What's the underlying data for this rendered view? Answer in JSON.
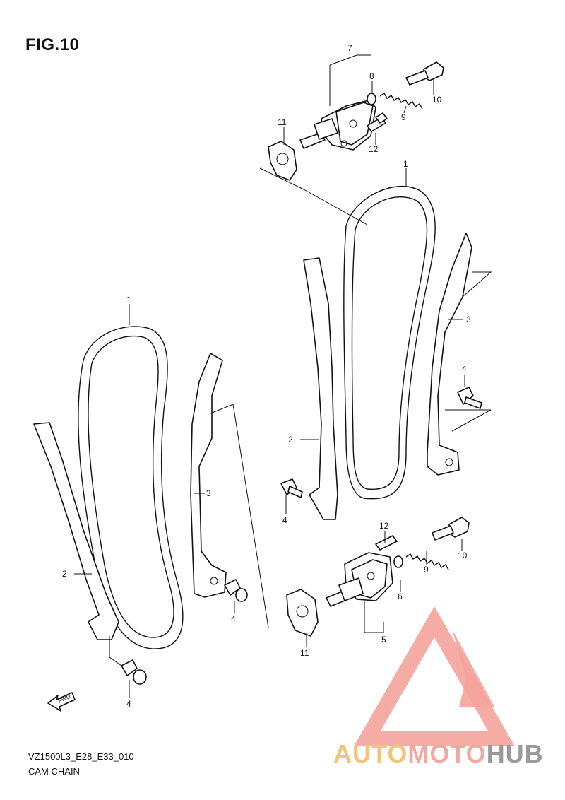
{
  "figure": {
    "title": "FIG.10",
    "code": "VZ1500L3_E28_E33_010",
    "name": "CAM CHAIN"
  },
  "callouts": [
    {
      "id": "c7",
      "label": "7"
    },
    {
      "id": "c8",
      "label": "8"
    },
    {
      "id": "c10a",
      "label": "10"
    },
    {
      "id": "c9a",
      "label": "9"
    },
    {
      "id": "c11a",
      "label": "11"
    },
    {
      "id": "c12a",
      "label": "12"
    },
    {
      "id": "c1a",
      "label": "1"
    },
    {
      "id": "c3a",
      "label": "3"
    },
    {
      "id": "c4a",
      "label": "4"
    },
    {
      "id": "c2a",
      "label": "2"
    },
    {
      "id": "c4b",
      "label": "4"
    },
    {
      "id": "c12b",
      "label": "12"
    },
    {
      "id": "c10b",
      "label": "10"
    },
    {
      "id": "c9b",
      "label": "9"
    },
    {
      "id": "c6",
      "label": "6"
    },
    {
      "id": "c5",
      "label": "5"
    },
    {
      "id": "c11b",
      "label": "11"
    },
    {
      "id": "c1b",
      "label": "1"
    },
    {
      "id": "c3b",
      "label": "3"
    },
    {
      "id": "c2b",
      "label": "2"
    },
    {
      "id": "c4c",
      "label": "4"
    },
    {
      "id": "c4d",
      "label": "4"
    }
  ],
  "arrow": {
    "label": "FWD"
  },
  "watermark": {
    "part1": "AUTO",
    "part2": "MOTO",
    "part3": "HUB",
    "colors": {
      "triangle": "#f4a39b",
      "auto": "#f6c27a",
      "moto": "#f2a7a0",
      "hub": "#9a9a9a"
    }
  }
}
